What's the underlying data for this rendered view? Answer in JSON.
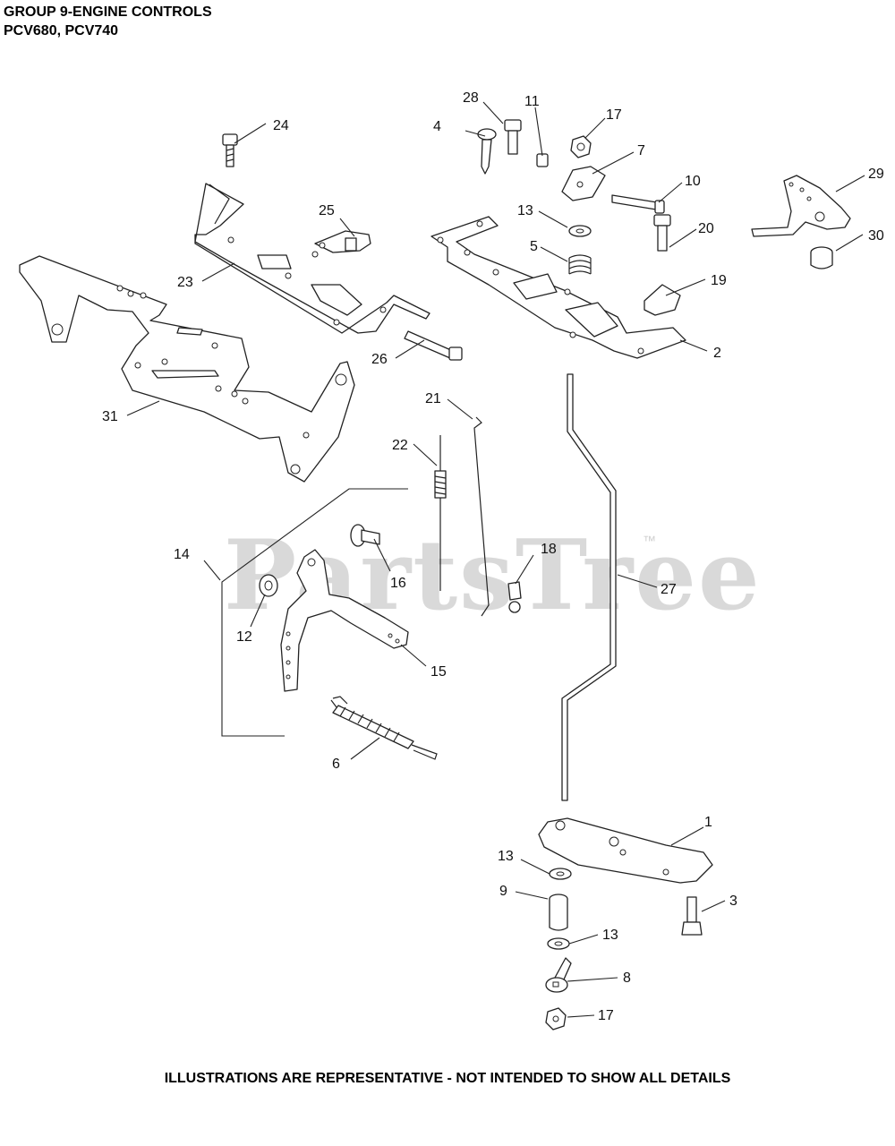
{
  "header": {
    "title_line1": "GROUP 9-ENGINE CONTROLS",
    "title_line2": "PCV680, PCV740"
  },
  "watermark": {
    "text": "PartsTree",
    "trademark": "™"
  },
  "footer": {
    "note": "ILLUSTRATIONS ARE REPRESENTATIVE - NOT INTENDED TO SHOW ALL DETAILS"
  },
  "callouts": {
    "c1": "1",
    "c2": "2",
    "c3": "3",
    "c4": "4",
    "c5": "5",
    "c6": "6",
    "c7": "7",
    "c8": "8",
    "c9": "9",
    "c10": "10",
    "c11": "11",
    "c12": "12",
    "c13a": "13",
    "c13b": "13",
    "c13c": "13",
    "c14": "14",
    "c15": "15",
    "c16": "16",
    "c17a": "17",
    "c17b": "17",
    "c18": "18",
    "c19": "19",
    "c20": "20",
    "c21": "21",
    "c22": "22",
    "c23": "23",
    "c24": "24",
    "c25": "25",
    "c26": "26",
    "c27": "27",
    "c28": "28",
    "c29": "29",
    "c30": "30",
    "c31": "31"
  }
}
